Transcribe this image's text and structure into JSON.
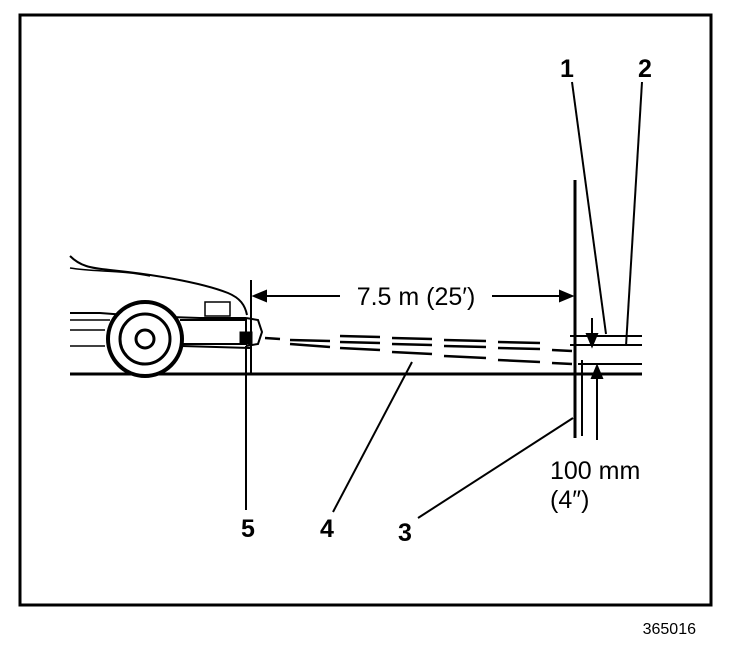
{
  "diagram": {
    "distance_label": "7.5 m (25′)",
    "offset_label_metric": "100 mm",
    "offset_label_imperial": "(4″)",
    "callouts": [
      "1",
      "2",
      "3",
      "4",
      "5"
    ],
    "figure_number": "365016"
  }
}
